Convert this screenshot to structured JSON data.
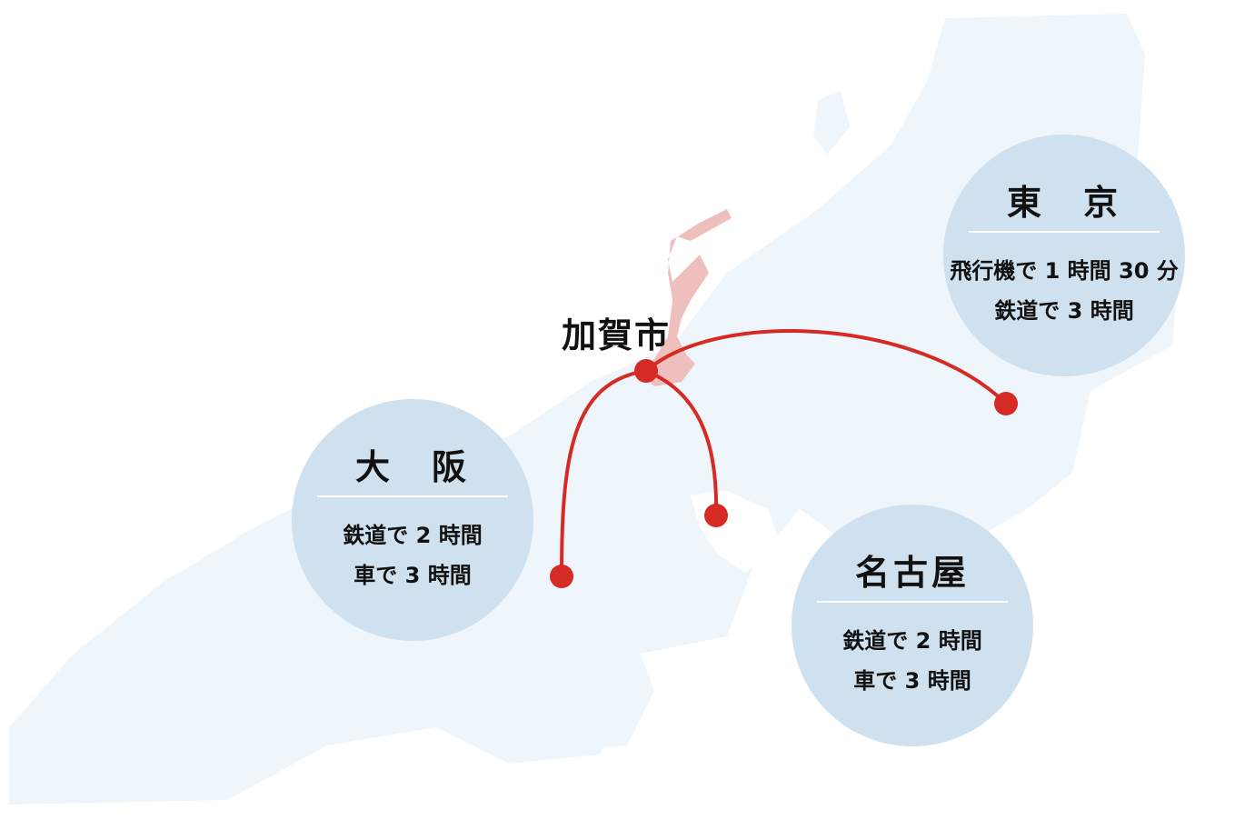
{
  "origin": {
    "name": "加賀市"
  },
  "destinations": [
    {
      "city": "東　京",
      "lines": [
        "飛行機で 1 時間 30 分",
        "鉄道で 3 時間"
      ]
    },
    {
      "city": "大　阪",
      "lines": [
        "鉄道で 2 時間",
        "車で 3 時間"
      ]
    },
    {
      "city": "名古屋",
      "lines": [
        "鉄道で 2 時間",
        "車で 3 時間"
      ]
    }
  ],
  "colors": {
    "land": "#eef5fb",
    "highlight": "#efbfbd",
    "route": "#d52b24",
    "bubble": "#cfe1ee"
  }
}
